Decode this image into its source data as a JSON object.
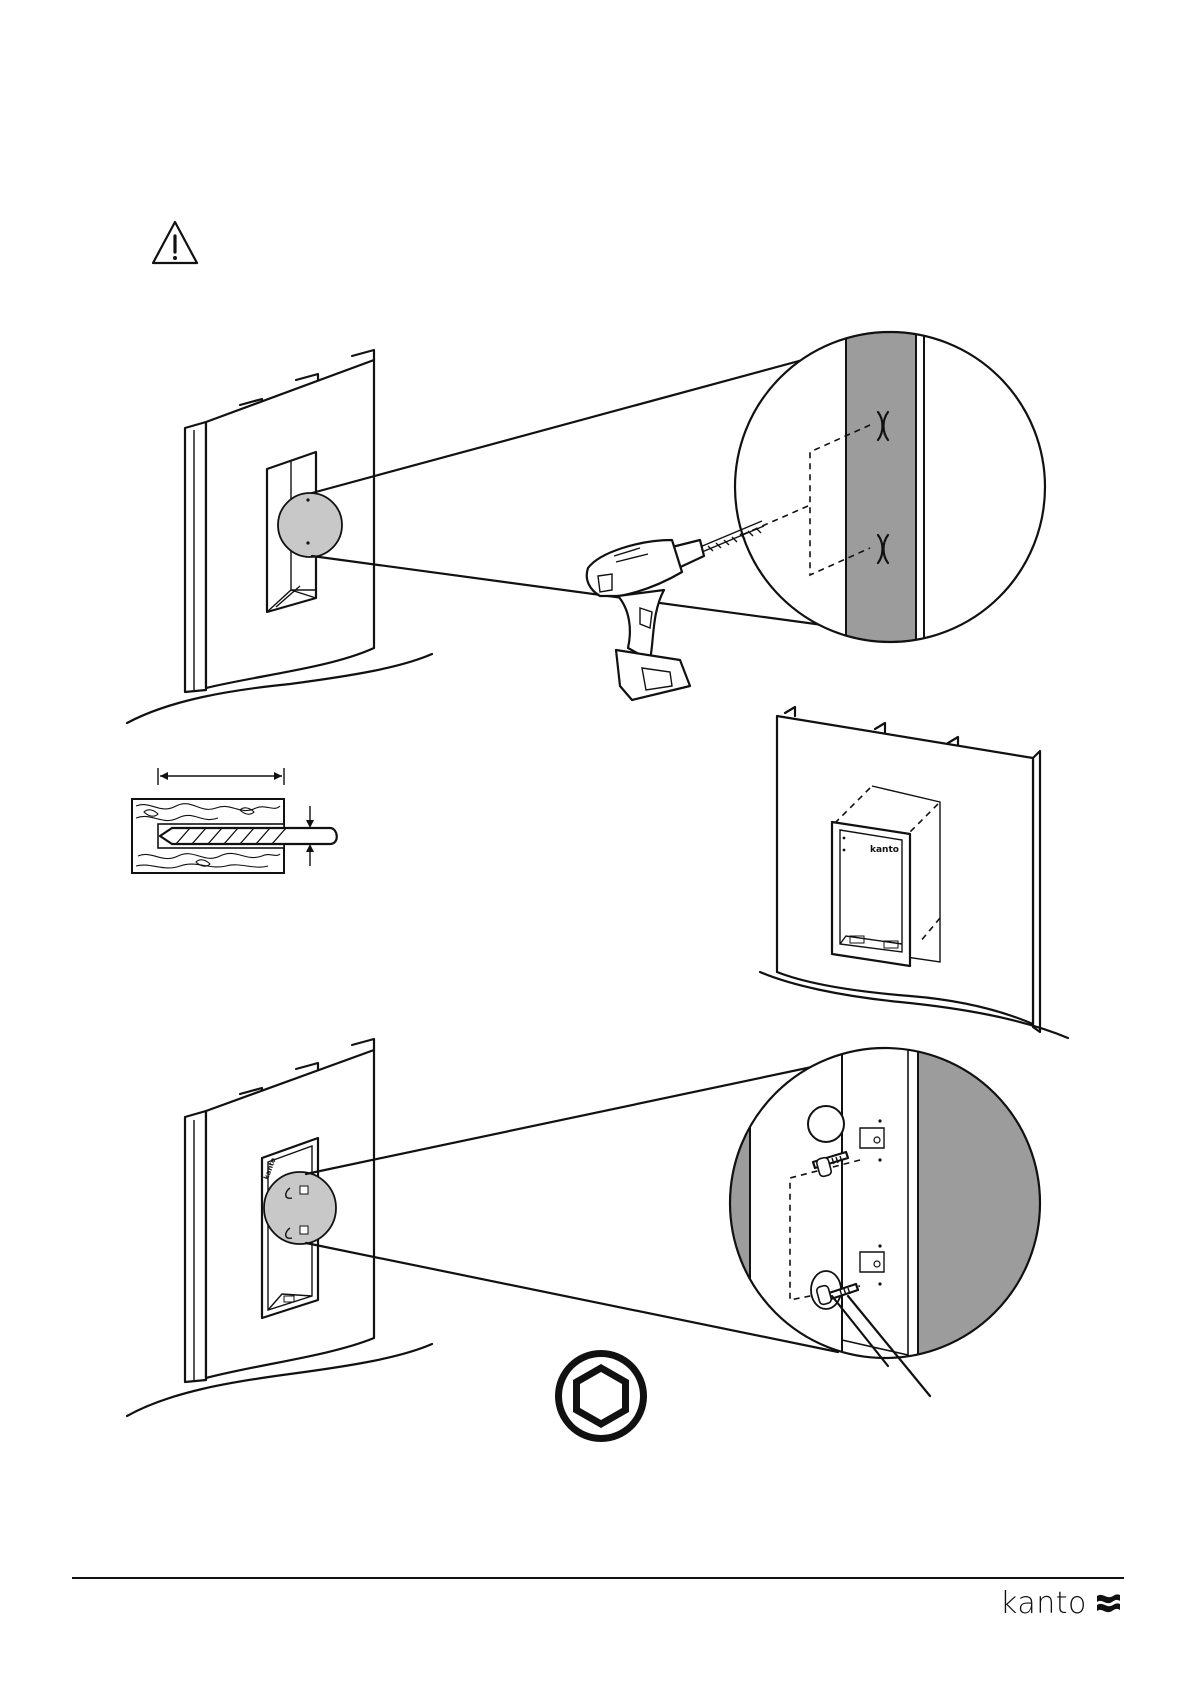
{
  "document": {
    "footer": {
      "brand_name": "kanto",
      "logo_mark": "kanto-swirl-logo"
    },
    "figures": [
      {
        "name": "warning-icon"
      },
      {
        "name": "drill-stud-pilot-holes"
      },
      {
        "name": "drill-bit-depth-detail"
      },
      {
        "name": "insert-wall-box"
      },
      {
        "name": "attach-box-to-stud-lag-bolts"
      },
      {
        "name": "hex-socket-icon"
      }
    ],
    "box_label": "kanto"
  }
}
